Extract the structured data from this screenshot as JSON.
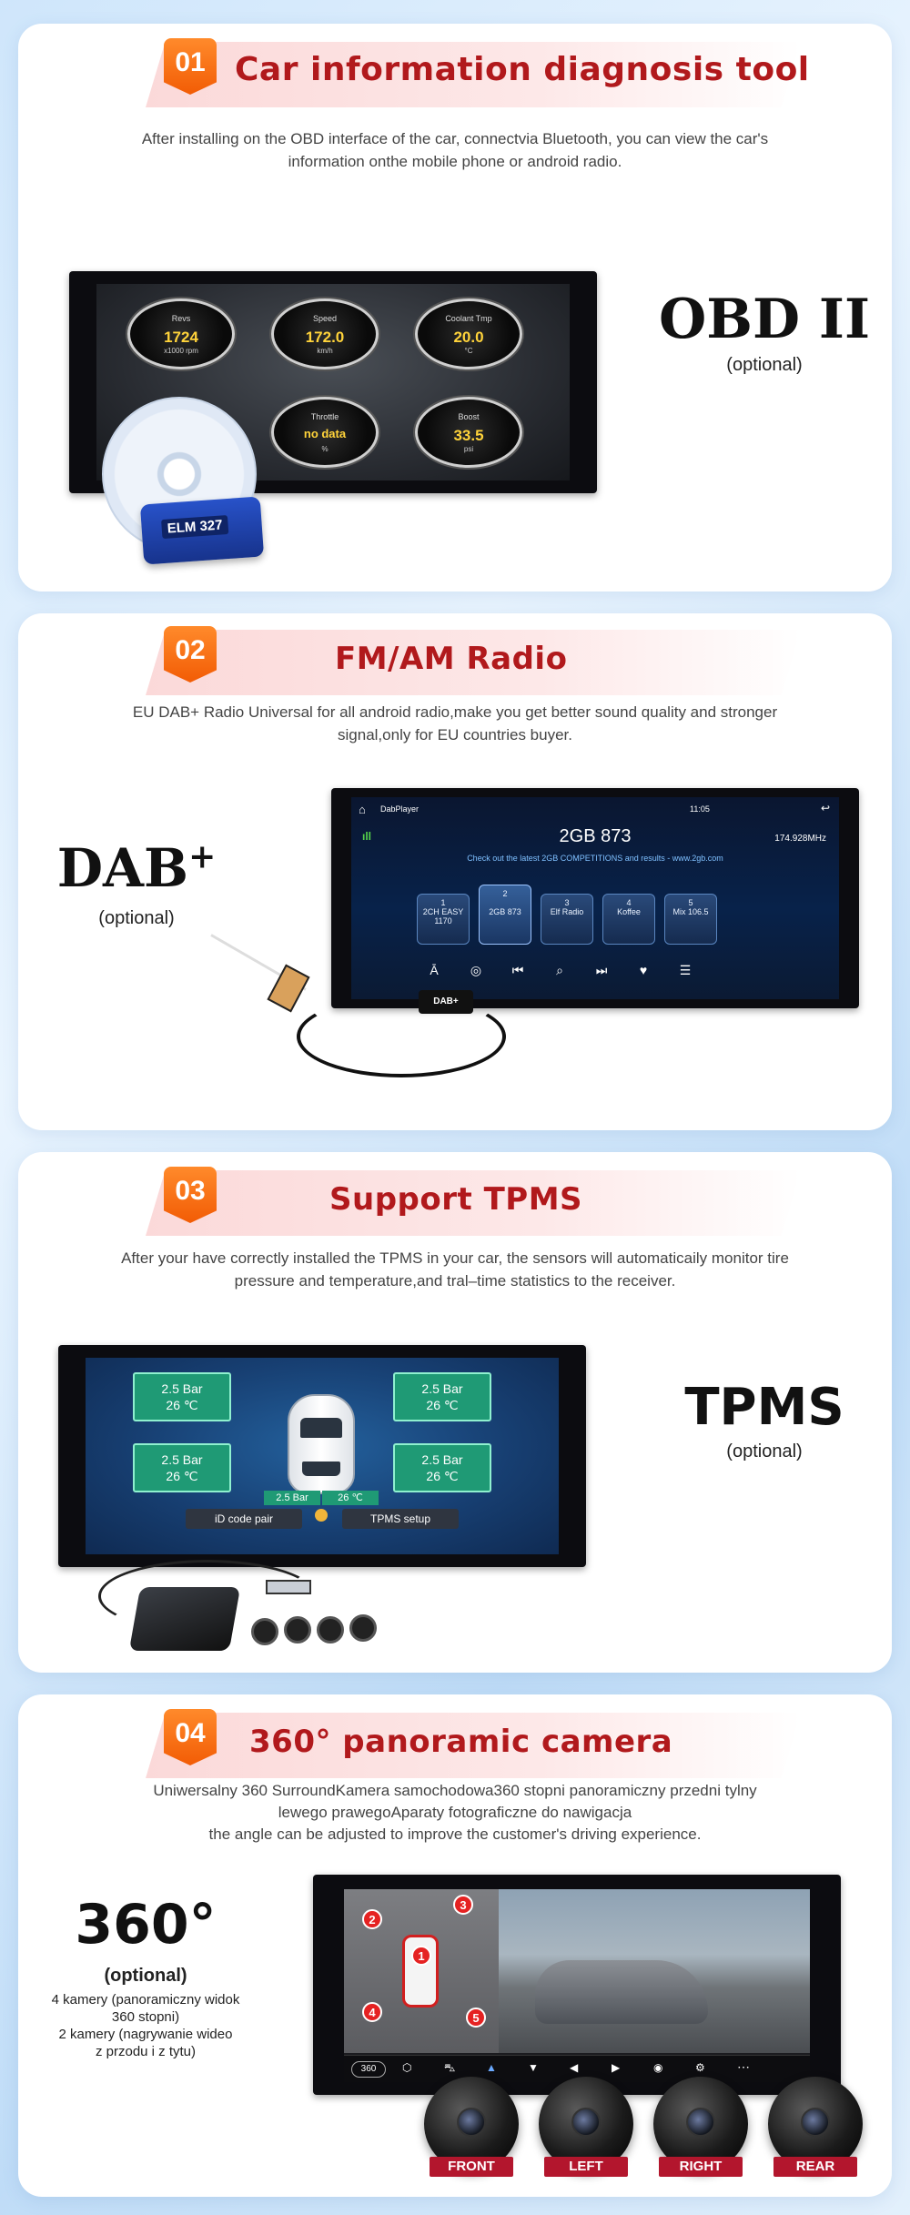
{
  "sections": [
    {
      "badge": "01",
      "title": "Car information diagnosis tool",
      "desc": "After installing on the OBD interface of the car, connectvia Bluetooth, you can view the car's information onthe mobile phone or android radio.",
      "label": "OBD II",
      "optional": "(optional)",
      "gauges": [
        {
          "label": "Revs",
          "value": "1724",
          "unit": "x1000 rpm"
        },
        {
          "label": "Speed",
          "value": "172.0",
          "unit": "km/h"
        },
        {
          "label": "Coolant Tmp",
          "value": "20.0",
          "unit": "°C"
        },
        {
          "label": "Throttle",
          "value": "no data",
          "unit": "%"
        },
        {
          "label": "Boost",
          "value": "33.5",
          "unit": "psi"
        }
      ],
      "device_label": "ELM 327"
    },
    {
      "badge": "02",
      "title": "FM/AM Radio",
      "desc": "EU DAB+ Radio Universal for all android radio,make you get better sound quality and stronger signal,only for EU countries buyer.",
      "label": "DAB",
      "label_sup": "+",
      "optional": "(optional)",
      "app_name": "DabPlayer",
      "time": "11:05",
      "station": "2GB 873",
      "freq": "174.928MHz",
      "ticker": "Check out the latest 2GB COMPETITIONS and results - www.2gb.com",
      "presets": [
        {
          "num": "1",
          "name": "2CH EASY 1170"
        },
        {
          "num": "2",
          "name": "2GB 873"
        },
        {
          "num": "3",
          "name": "Elf Radio"
        },
        {
          "num": "4",
          "name": "Koffee"
        },
        {
          "num": "5",
          "name": "Mix 106.5"
        }
      ],
      "dongle_label": "DAB+"
    },
    {
      "badge": "03",
      "title": "Support TPMS",
      "desc": "After your have correctly installed the TPMS in your car, the sensors will automaticaily monitor tire pressure and temperature,and tral–time statistics to the receiver.",
      "label": "TPMS",
      "optional": "(optional)",
      "tires": [
        {
          "pressure": "2.5 Bar",
          "temp": "26 ℃"
        },
        {
          "pressure": "2.5 Bar",
          "temp": "26 ℃"
        },
        {
          "pressure": "2.5 Bar",
          "temp": "26 ℃"
        },
        {
          "pressure": "2.5 Bar",
          "temp": "26 ℃"
        }
      ],
      "spare_pressure": "2.5 Bar",
      "spare_temp": "26 ℃",
      "btn_pair": "iD code pair",
      "btn_setup": "TPMS setup"
    },
    {
      "badge": "04",
      "title": "360° panoramic camera",
      "desc_lines": [
        "Uniwersalny 360 SurroundKamera samochodowa360 stopni panoramiczny przedni tylny",
        "lewego prawegoAparaty fotograficzne do nawigacja",
        "the angle can be adjusted to improve the customer's driving experience."
      ],
      "label": "360°",
      "optional": "(optional)",
      "notes": [
        "4 kamery (panoramiczny widok",
        "360 stopni)",
        "2 kamery (nagrywanie wideo",
        "z przodu i z tytu)"
      ],
      "pins": [
        "1",
        "2",
        "3",
        "4",
        "5"
      ],
      "cam_btn": "360",
      "cameras": [
        "FRONT",
        "LEFT",
        "RIGHT",
        "REAR"
      ]
    }
  ],
  "colors": {
    "title_red": "#b1191c",
    "badge_orange": "#f25c05",
    "tpms_green": "#1f9a75",
    "cam_tag": "#b3162d"
  }
}
